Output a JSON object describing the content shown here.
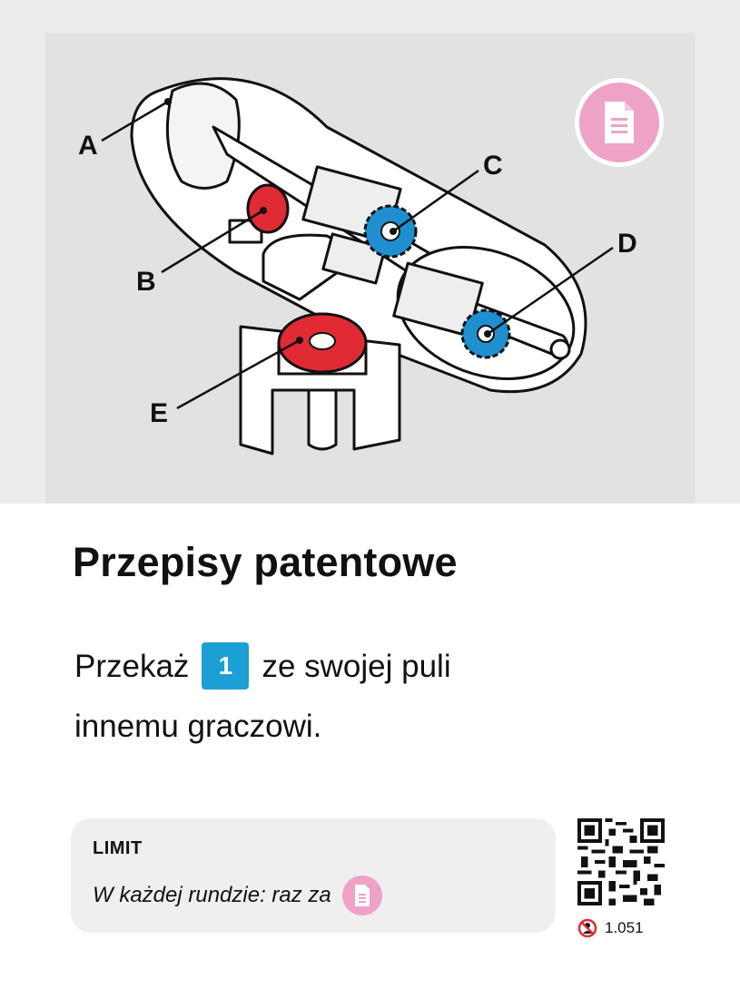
{
  "illustration": {
    "labels": {
      "a": "A",
      "b": "B",
      "c": "C",
      "d": "D",
      "e": "E"
    },
    "icon": "document-icon",
    "colors": {
      "pink": "#eda2c6",
      "red": "#e02b35",
      "blue": "#1f8fd0",
      "gray": "#e2e2e2"
    }
  },
  "card": {
    "title": "Przepisy patentowe",
    "line1_before": "Przekaż",
    "badge_number": "1",
    "line1_after": "ze swojej puli",
    "line2": "innemu graczowi.",
    "badge_color": "#1b9fd4"
  },
  "limit": {
    "label": "LIMIT",
    "text": "W każdej rundzie: raz za",
    "icon": "document-icon"
  },
  "footer": {
    "qr_icon": "qr-code-icon",
    "restriction_icon": "no-player-icon",
    "card_number": "1.051"
  }
}
